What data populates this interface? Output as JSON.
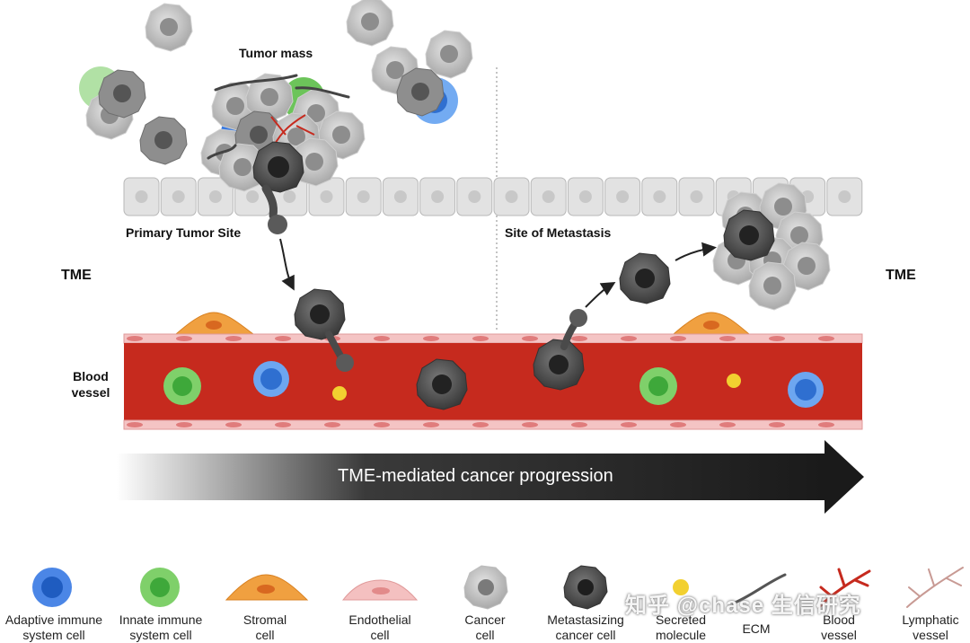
{
  "labels": {
    "tumor_mass": "Tumor mass",
    "primary_site": "Primary Tumor Site",
    "metastasis_site": "Site of Metastasis",
    "tme_left": "TME",
    "tme_right": "TME",
    "blood_vessel_line1": "Blood",
    "blood_vessel_line2": "vessel",
    "progression": "TME-mediated cancer progression"
  },
  "legend": [
    {
      "icon": "adaptive-immune-cell-icon",
      "line1": "Adaptive immune",
      "line2": "system cell"
    },
    {
      "icon": "innate-immune-cell-icon",
      "line1": "Innate immune",
      "line2": "system cell"
    },
    {
      "icon": "stromal-cell-icon",
      "line1": "Stromal",
      "line2": "cell"
    },
    {
      "icon": "endothelial-cell-icon",
      "line1": "Endothelial",
      "line2": "cell"
    },
    {
      "icon": "cancer-cell-icon",
      "line1": "Cancer",
      "line2": "cell"
    },
    {
      "icon": "metastasizing-cancer-cell-icon",
      "line1": "Metastasizing",
      "line2": "cancer cell"
    },
    {
      "icon": "secreted-molecule-icon",
      "line1": "Secreted",
      "line2": "molecule"
    },
    {
      "icon": "ecm-icon",
      "line1": "ECM",
      "line2": ""
    },
    {
      "icon": "blood-vessel-icon",
      "line1": "Blood",
      "line2": "vessel"
    },
    {
      "icon": "lymphatic-vessel-icon",
      "line1": "Lymphatic",
      "line2": "vessel"
    }
  ],
  "watermark": "知乎 @chase 生信研究",
  "colors": {
    "adaptive": "#3b7be0",
    "innate": "#6cc45a",
    "stromal": "#f0a040",
    "endothelial": "#f2b5b5",
    "cancer": "#9a9a9a",
    "metastasizing": "#4a4a4a",
    "secreted": "#f2d030",
    "vessel": "#c62a1e"
  }
}
